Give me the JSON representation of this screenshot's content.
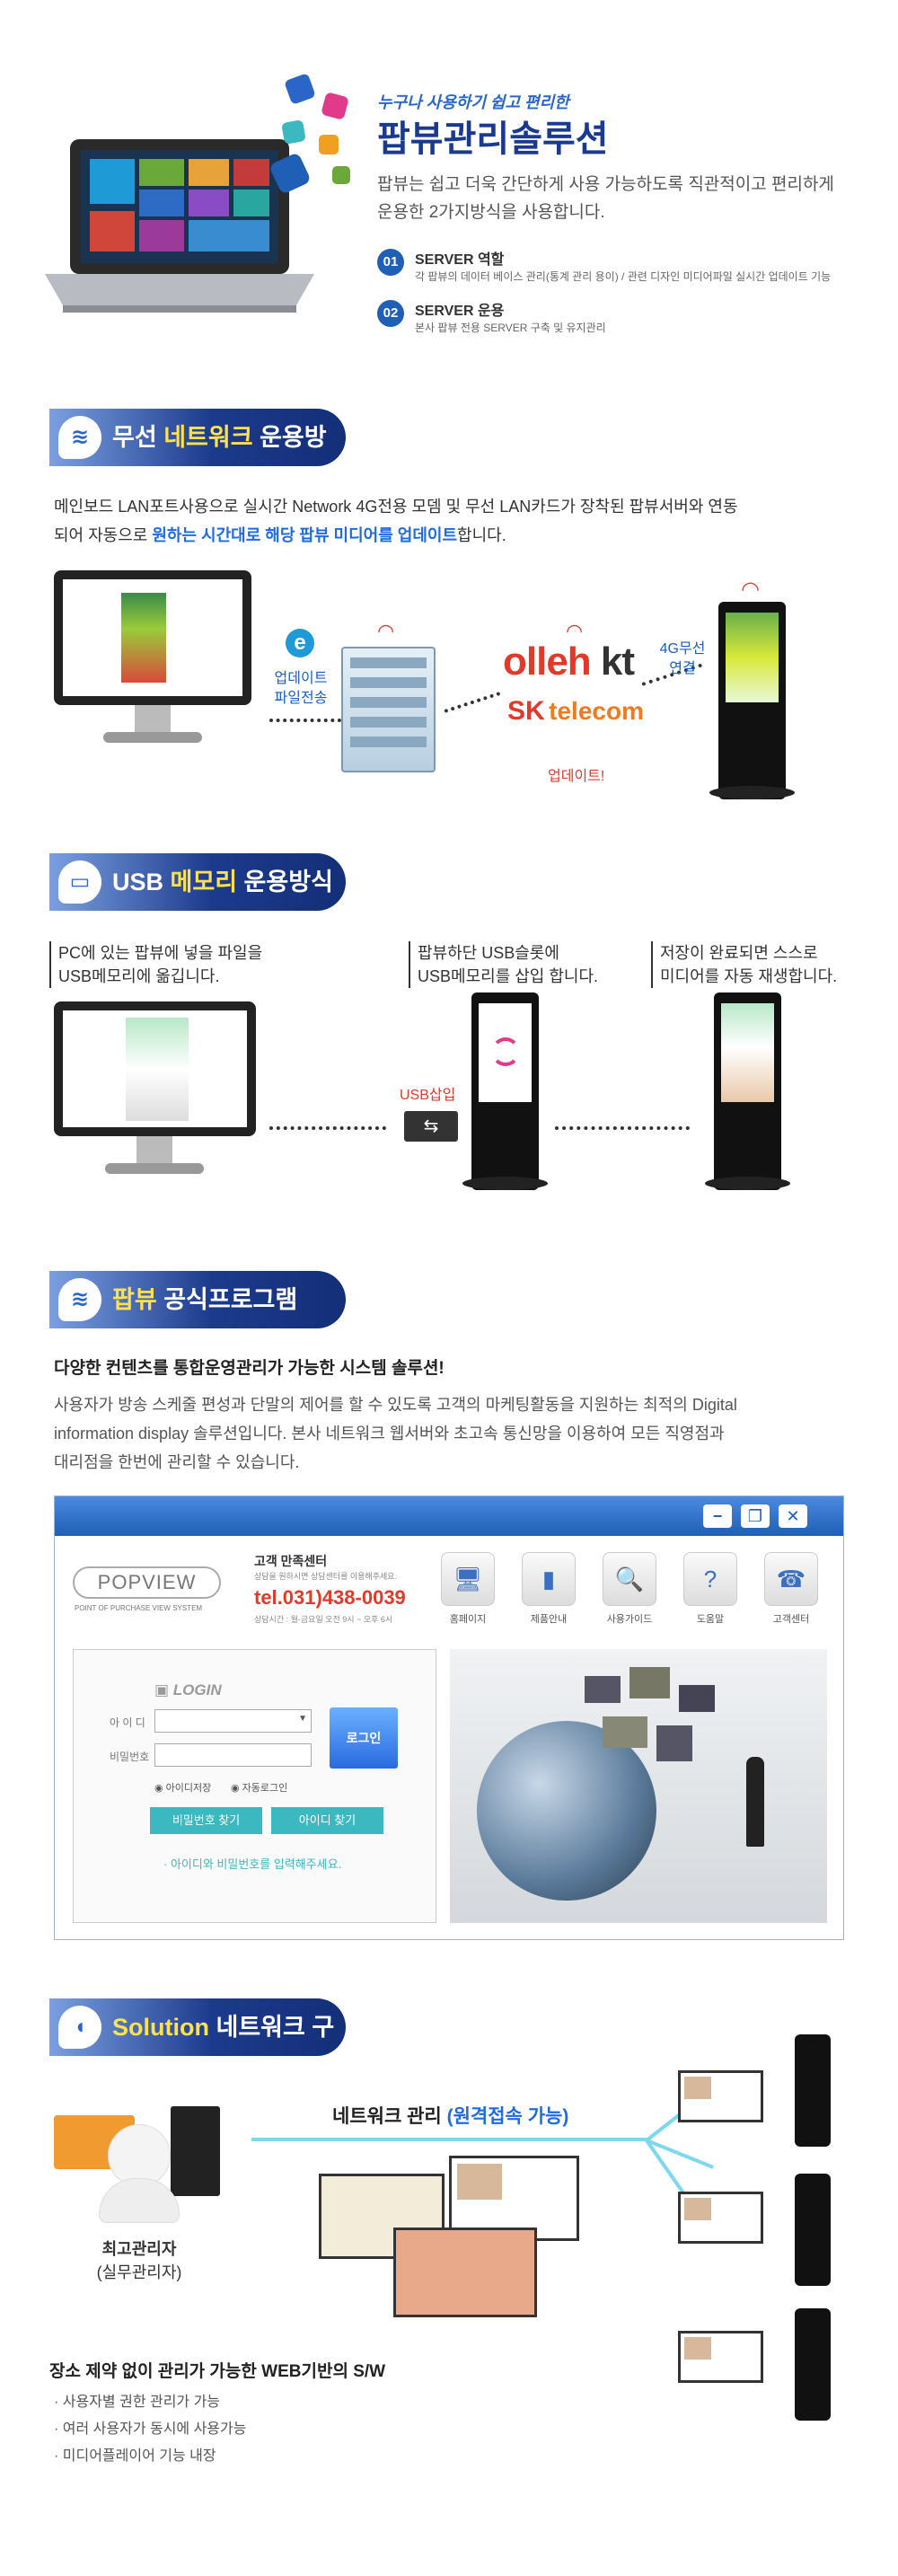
{
  "hero": {
    "subtitle": "누구나 사용하기 쉽고 편리한",
    "title": "팝뷰관리솔루션",
    "desc": "팝뷰는 쉽고 더욱 간단하게 사용 가능하도록 직관적이고 편리하게 운용한 2가지방식을 사용합니다.",
    "items": [
      {
        "num": "01",
        "title": "SERVER 역할",
        "desc": "각 팝뷰의 데이터 베이스 관리(통계 관리 용이) / 관련 디자인 미디어파일 실시간 업데이트 기능"
      },
      {
        "num": "02",
        "title": "SERVER 운용",
        "desc": "본사 팝뷰 전용 SERVER 구축 및 유지관리"
      }
    ]
  },
  "wireless": {
    "banner_pre": "무선 ",
    "banner_hi": "네트워크",
    "banner_post": " 운용방식",
    "para_a": "메인보드 LAN포트사용으로 실시간 Network 4G전용 모뎀 및 무선 LAN카드가 장착된 팝뷰서버와 연동",
    "para_b": "되어 자동으로 ",
    "para_hl": "원하는 시간대로 해당 팝뷰 미디어를 업데이트",
    "para_c": "합니다.",
    "label_update": "업데이트",
    "label_transfer": "파일전송",
    "olleh": "olleh",
    "kt": "kt",
    "sk": "SK",
    "telecom": "telecom",
    "label_updated": "업데이트!",
    "label_4g": "4G무선",
    "label_conn": "연결"
  },
  "usb": {
    "banner_pre": "USB ",
    "banner_hi": "메모리",
    "banner_post": " 운용방식",
    "step1_a": "PC에 있는 팝뷰에 넣을 파일을",
    "step1_b": "USB메모리에 옮깁니다.",
    "step2_a": "팝뷰하단 USB슬롯에",
    "step2_b": "USB메모리를 삽입 합니다.",
    "step3_a": "저장이 완료되면 스스로",
    "step3_b": "미디어를 자동 재생합니다.",
    "usb_label": "USB삽입"
  },
  "program": {
    "banner_pre": "팝뷰",
    "banner_post": " 공식프로그램",
    "heading": "다양한 컨텐츠를 통합운영관리가 가능한 시스템 솔루션!",
    "para_a": "사용자가 방송 스케줄 편성과 단말의 제어를 할 수 있도록 고객의 마케팅활동을 지원하는 최적의 Digital",
    "para_b": "information display 솔루션입니다. 본사 네트워크 웹서버와 초고속 통신망을 이용하여 모든 직영점과",
    "para_c": "대리점을 한번에 관리할 수 있습니다."
  },
  "window": {
    "btn_min": "−",
    "btn_max": "❐",
    "btn_close": "✕",
    "logo_text": "POPVIEW",
    "logo_sub": "POINT OF PURCHASE VIEW SYSTEM",
    "center_title": "고객 만족센터",
    "center_desc": "상담을 원하시면 상담센터를 이용해주세요.",
    "tel": "tel.031)438-0039",
    "hours": "상담시간 : 월-금요일 오전 9시 ~ 오후 6시",
    "nav": [
      {
        "label": "홈페이지",
        "icon": "🖥"
      },
      {
        "label": "제품안내",
        "icon": "▮"
      },
      {
        "label": "사용가이드",
        "icon": "🔍"
      },
      {
        "label": "도움말",
        "icon": "?"
      },
      {
        "label": "고객센터",
        "icon": "☎"
      }
    ],
    "login_title": "LOGIN",
    "id_label": "아 이 디",
    "pw_label": "비밀번호",
    "login_btn": "로그인",
    "save_id": "아이디저장",
    "auto_login": "자동로그인",
    "find_pw": "비밀번호 찾기",
    "find_id": "아이디 찾기",
    "hint": "· 아이디와 비밀번호를 입력해주세요."
  },
  "solution": {
    "banner_pre": "Solution",
    "banner_post": " 네트워크 구성도",
    "network_pre": "네트워크 관리 ",
    "network_hl": "(원격접속 가능)",
    "admin_title": "최고관리자",
    "admin_sub": "(실무관리자)",
    "heading": "장소 제약 없이 관리가 가능한 WEB기반의 S/W",
    "bullets": [
      "· 사용자별 권한 관리가 가능",
      "· 여러 사용자가 동시에 사용가능",
      "· 미디어플레이어 기능 내장"
    ]
  },
  "colors": {
    "accent": "#1f5fb5",
    "highlight": "#1e6be0",
    "banner": "#1c3a8c",
    "teal": "#3cb8c0",
    "red": "#e23a2a"
  }
}
